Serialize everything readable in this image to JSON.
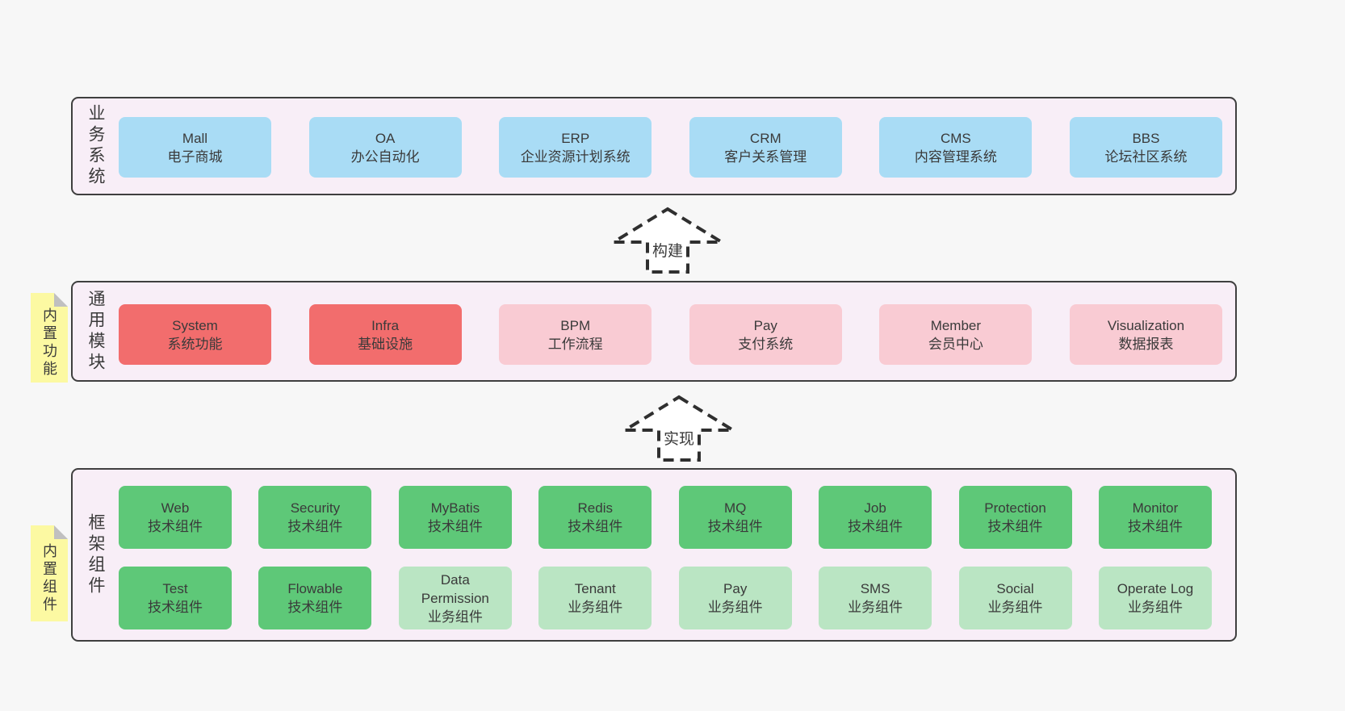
{
  "palette": {
    "page_bg": "#f7f7f7",
    "layer_bg": "#f8eef7",
    "border": "#3f3f3f",
    "text": "#3a3a3a",
    "blue": "#a9dcf5",
    "red": "#f26d6d",
    "pink": "#f9cbd3",
    "green": "#5ec878",
    "light_green": "#bae5c3",
    "sticky_yellow": "#fcf9a2",
    "sticky_fold": "#c0c0c0"
  },
  "arrows": [
    {
      "label": "构建"
    },
    {
      "label": "实现"
    }
  ],
  "layers": [
    {
      "label": "业务系统",
      "boxes": [
        {
          "name": "Mall",
          "desc": "电子商城",
          "variant": "blue"
        },
        {
          "name": "OA",
          "desc": "办公自动化",
          "variant": "blue"
        },
        {
          "name": "ERP",
          "desc": "企业资源计划系统",
          "variant": "blue"
        },
        {
          "name": "CRM",
          "desc": "客户关系管理",
          "variant": "blue"
        },
        {
          "name": "CMS",
          "desc": "内容管理系统",
          "variant": "blue"
        },
        {
          "name": "BBS",
          "desc": "论坛社区系统",
          "variant": "blue"
        }
      ]
    },
    {
      "label": "通用模块",
      "sticky": "内置功能",
      "boxes": [
        {
          "name": "System",
          "desc": "系统功能",
          "variant": "red"
        },
        {
          "name": "Infra",
          "desc": "基础设施",
          "variant": "red"
        },
        {
          "name": "BPM",
          "desc": "工作流程",
          "variant": "pink"
        },
        {
          "name": "Pay",
          "desc": "支付系统",
          "variant": "pink"
        },
        {
          "name": "Member",
          "desc": "会员中心",
          "variant": "pink"
        },
        {
          "name": "Visualization",
          "desc": "数据报表",
          "variant": "pink"
        }
      ]
    },
    {
      "label": "框架组件",
      "sticky": "内置组件",
      "rows": [
        [
          {
            "name": "Web",
            "desc": "技术组件",
            "variant": "green"
          },
          {
            "name": "Security",
            "desc": "技术组件",
            "variant": "green"
          },
          {
            "name": "MyBatis",
            "desc": "技术组件",
            "variant": "green"
          },
          {
            "name": "Redis",
            "desc": "技术组件",
            "variant": "green"
          },
          {
            "name": "MQ",
            "desc": "技术组件",
            "variant": "green"
          },
          {
            "name": "Job",
            "desc": "技术组件",
            "variant": "green"
          },
          {
            "name": "Protection",
            "desc": "技术组件",
            "variant": "green"
          },
          {
            "name": "Monitor",
            "desc": "技术组件",
            "variant": "green"
          }
        ],
        [
          {
            "name": "Test",
            "desc": "技术组件",
            "variant": "green"
          },
          {
            "name": "Flowable",
            "desc": "技术组件",
            "variant": "green"
          },
          {
            "name": "Data Permission",
            "desc": "业务组件",
            "variant": "lightgreen"
          },
          {
            "name": "Tenant",
            "desc": "业务组件",
            "variant": "lightgreen"
          },
          {
            "name": "Pay",
            "desc": "业务组件",
            "variant": "lightgreen"
          },
          {
            "name": "SMS",
            "desc": "业务组件",
            "variant": "lightgreen"
          },
          {
            "name": "Social",
            "desc": "业务组件",
            "variant": "lightgreen"
          },
          {
            "name": "Operate Log",
            "desc": "业务组件",
            "variant": "lightgreen"
          }
        ]
      ]
    }
  ]
}
